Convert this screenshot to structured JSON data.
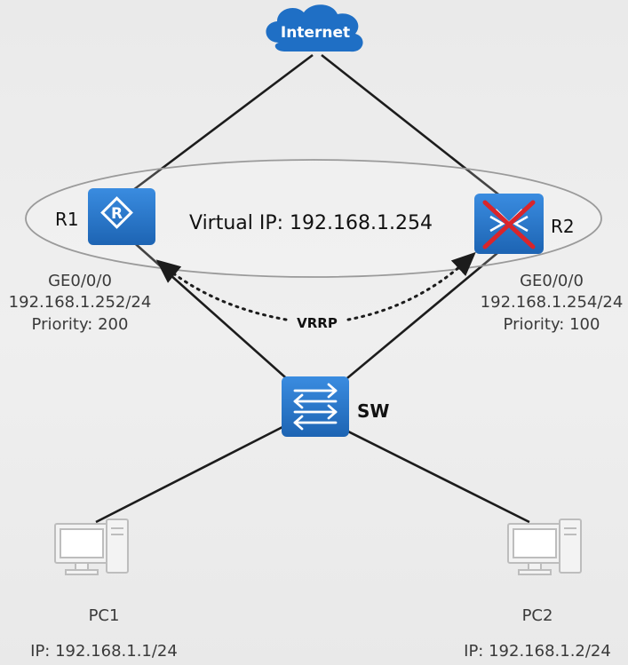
{
  "internet": {
    "label": "Internet",
    "color": "#1f6fc5"
  },
  "vrrp": {
    "label": "VRRP"
  },
  "virtual_ip": {
    "label": "Virtual IP: 192.168.1.254"
  },
  "r1": {
    "name": "R1",
    "interface": "GE0/0/0",
    "ip": "192.168.1.252/24",
    "priority": "Priority: 200"
  },
  "r2": {
    "name": "R2",
    "interface": "GE0/0/0",
    "ip": "192.168.1.254/24",
    "priority": "Priority: 100",
    "state": "failed"
  },
  "sw": {
    "name": "SW"
  },
  "pc1": {
    "name": "PC1",
    "ip": "IP: 192.168.1.1/24"
  },
  "pc2": {
    "name": "PC2",
    "ip": "IP: 192.168.1.2/24"
  },
  "colors": {
    "device_blue": "#2a77c9",
    "failure_red": "#d9252b",
    "link": "#1c1c1c"
  }
}
